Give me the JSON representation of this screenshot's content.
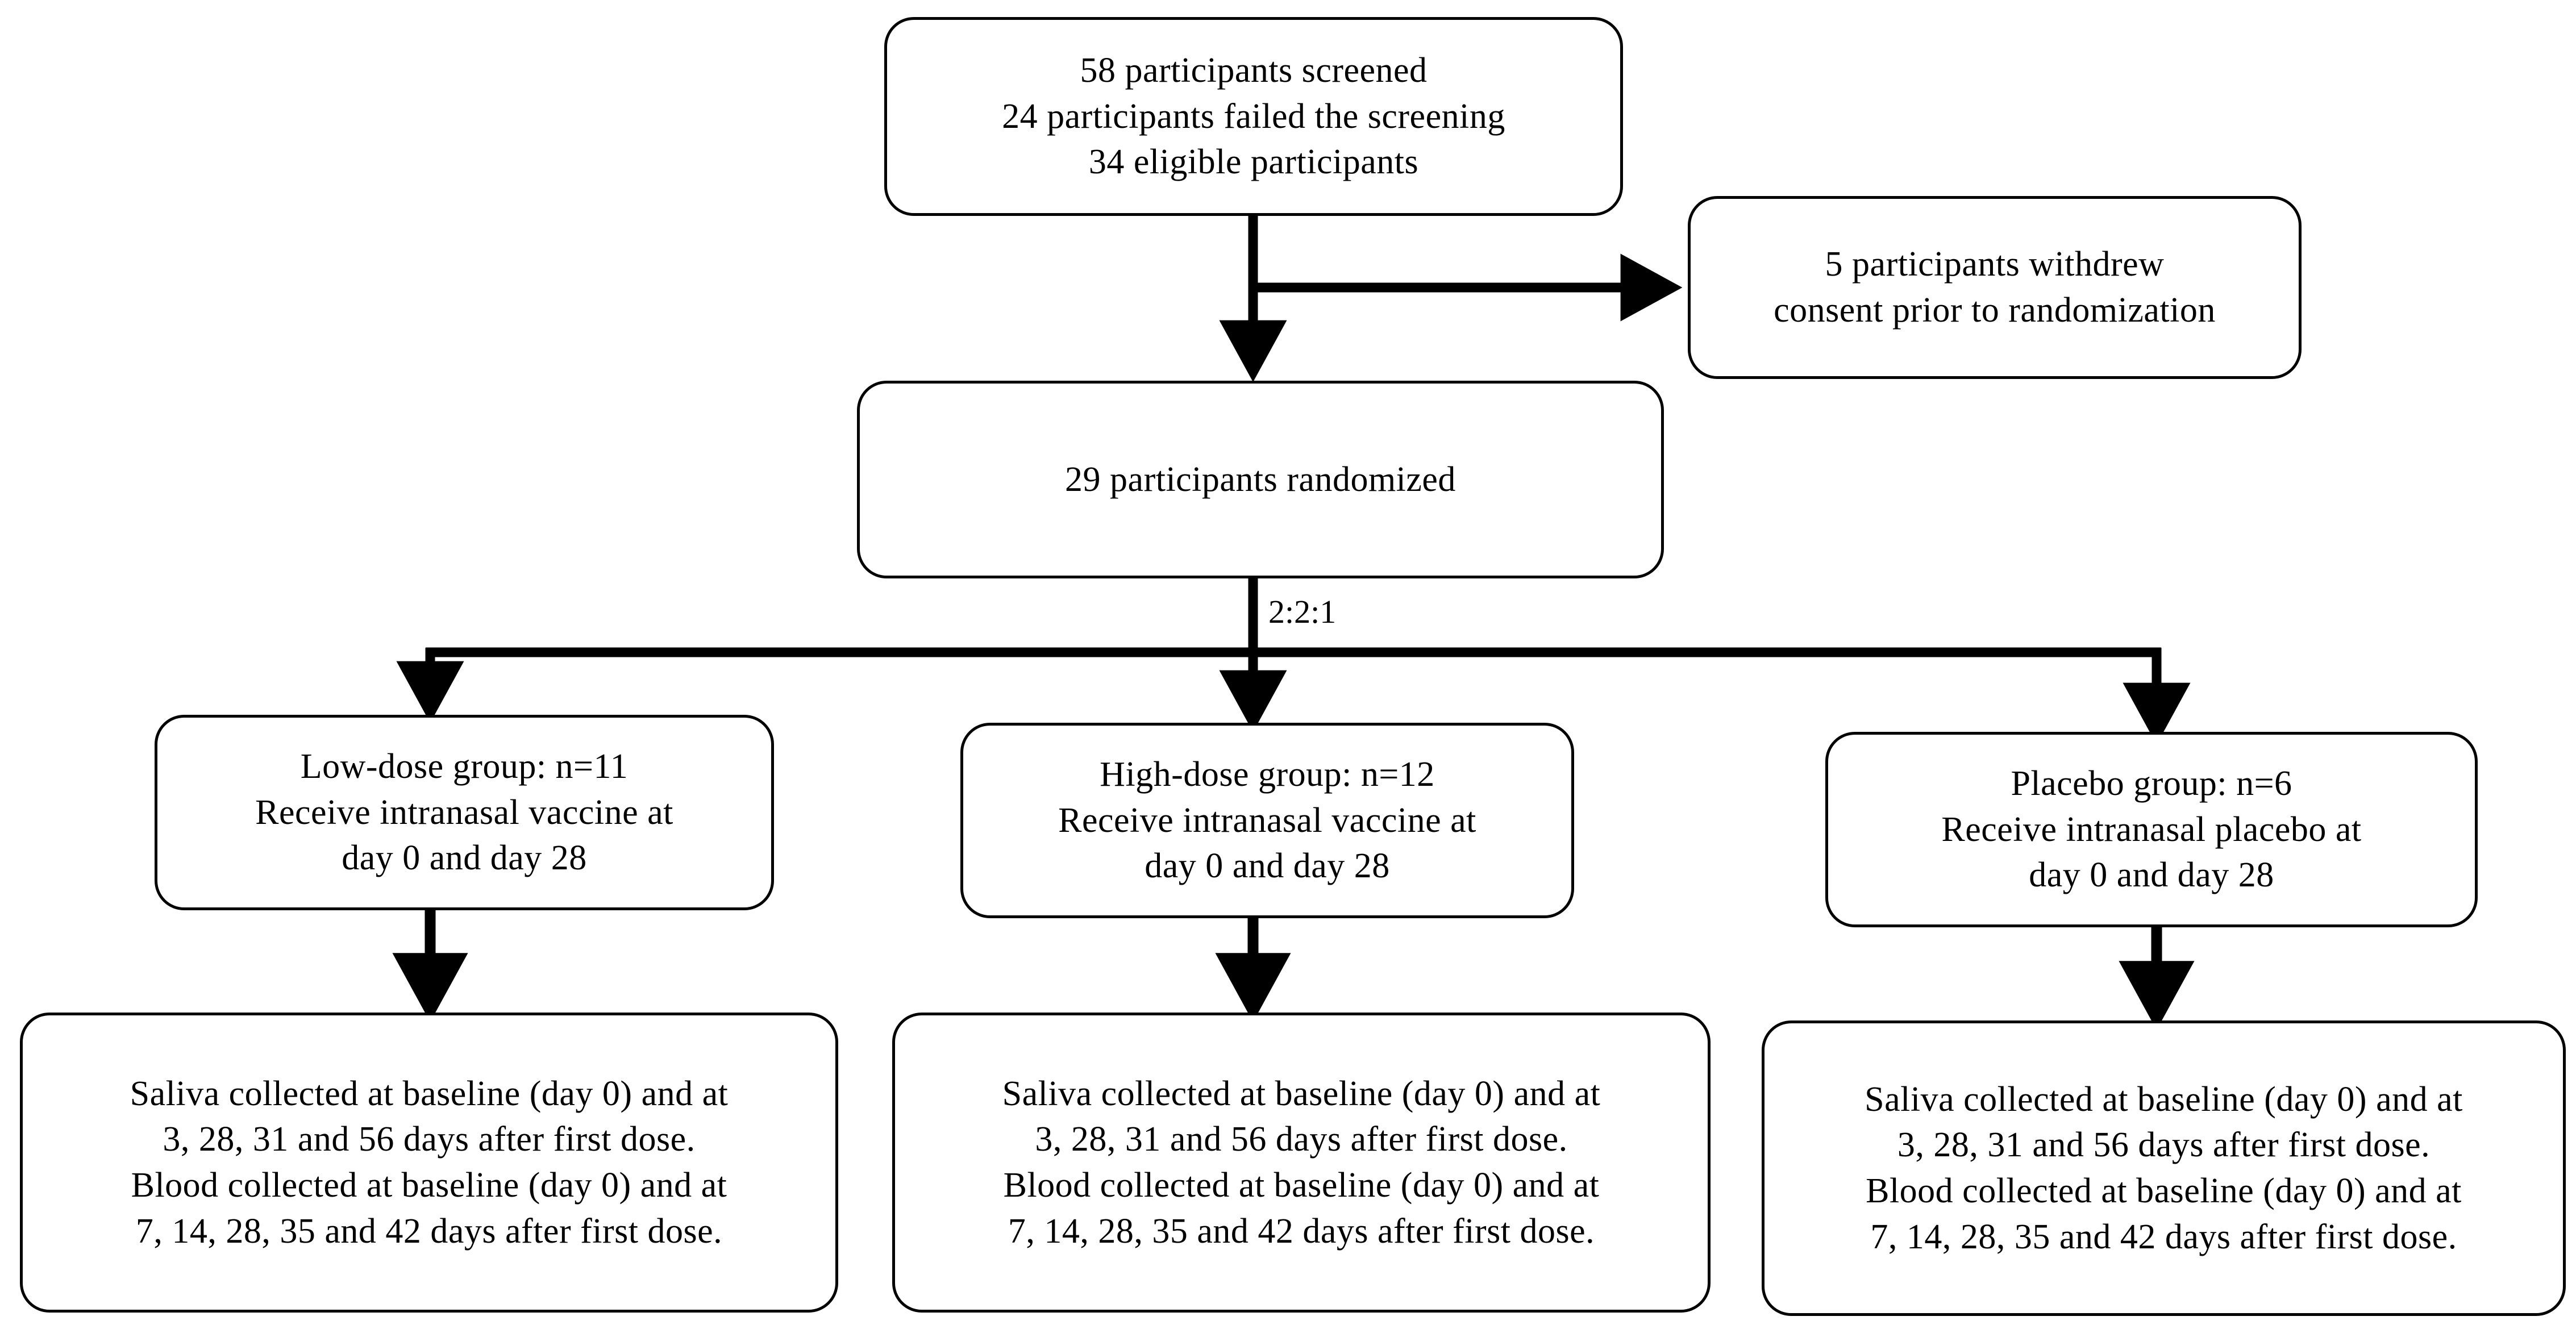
{
  "diagram": {
    "type": "consort-flow-diagram",
    "title": "Clinical trial participant flow",
    "stroke_color": "#000000",
    "background_color": "#ffffff",
    "text_color": "#000000"
  },
  "nodes": {
    "screening": {
      "name": "screening-box",
      "lines": [
        "58 participants screened",
        "24 participants failed the screening",
        "34 eligible participants"
      ]
    },
    "withdrew": {
      "name": "withdrew-box",
      "lines": [
        "5 participants withdrew",
        "consent prior to randomization"
      ]
    },
    "randomized": {
      "name": "randomized-box",
      "lines": [
        "29 participants randomized"
      ]
    },
    "low_dose": {
      "name": "low-dose-group-box",
      "lines": [
        "Low-dose group: n=11",
        "Receive intranasal vaccine at",
        "day 0 and day 28"
      ]
    },
    "high_dose": {
      "name": "high-dose-group-box",
      "lines": [
        "High-dose group: n=12",
        "Receive intranasal vaccine at",
        "day 0 and day 28"
      ]
    },
    "placebo": {
      "name": "placebo-group-box",
      "lines": [
        "Placebo group: n=6",
        "Receive intranasal placebo at",
        "day 0 and day 28"
      ]
    },
    "sampling_low": {
      "name": "sampling-box-low-dose",
      "lines": [
        "Saliva collected at baseline (day 0) and at",
        "3, 28, 31 and 56 days after first dose.",
        "Blood collected at baseline (day 0) and at",
        "7, 14, 28, 35 and 42 days after first dose."
      ]
    },
    "sampling_high": {
      "name": "sampling-box-high-dose",
      "lines": [
        "Saliva collected at baseline (day 0) and at",
        "3, 28, 31 and 56 days after first dose.",
        "Blood collected at baseline (day 0) and at",
        "7, 14, 28, 35 and 42 days after first dose."
      ]
    },
    "sampling_placebo": {
      "name": "sampling-box-placebo",
      "lines": [
        "Saliva collected at baseline (day 0) and at",
        "3, 28, 31 and 56 days after first dose.",
        "Blood collected at baseline (day 0) and at",
        "7, 14, 28, 35 and 42 days after first dose."
      ]
    }
  },
  "edges": {
    "randomization_ratio_label": "2:2:1"
  }
}
